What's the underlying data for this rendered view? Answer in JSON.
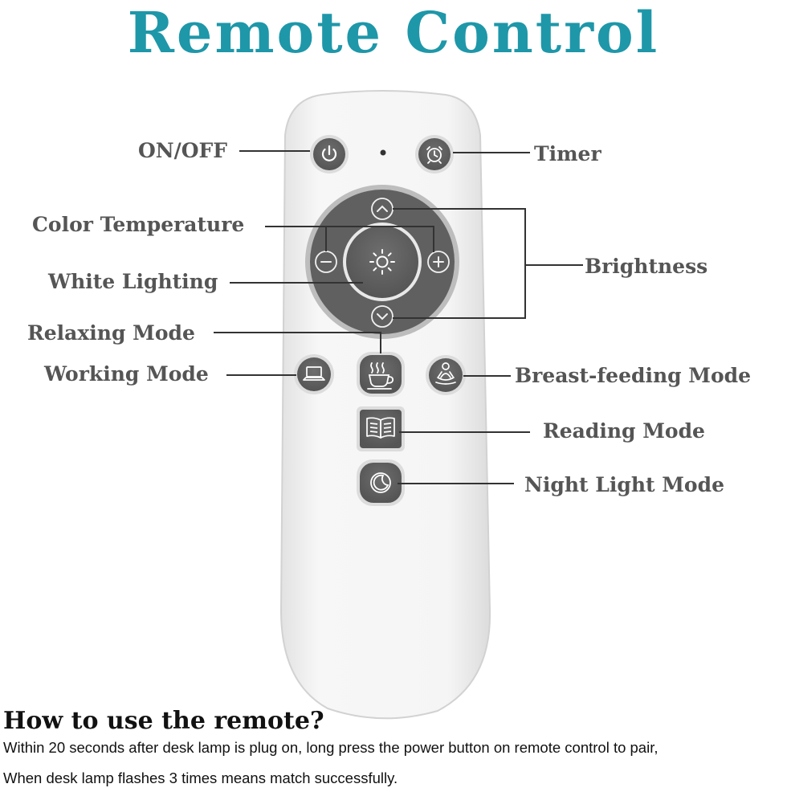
{
  "title": "Remote Control",
  "labels": {
    "on_off": "ON/OFF",
    "timer": "Timer",
    "color_temperature": "Color Temperature",
    "brightness": "Brightness",
    "white_lighting": "White Lighting",
    "relaxing_mode": "Relaxing Mode",
    "working_mode": "Working Mode",
    "breast_feeding_mode": "Breast-feeding Mode",
    "reading_mode": "Reading Mode",
    "night_light_mode": "Night Light Mode"
  },
  "howto": {
    "title": "How to use the remote?",
    "line1": "Within 20 seconds after desk lamp is plug on, long press the power button on remote control to pair,",
    "line2": "When desk lamp flashes 3 times means match successfully."
  },
  "colors": {
    "title": "#1e97a9",
    "button": "#616161",
    "label": "#555555",
    "remote_body": "#f3f3f3"
  },
  "icons": [
    "power-icon",
    "alarm-clock-icon",
    "chevron-up-icon",
    "minus-icon",
    "plus-icon",
    "sun-icon",
    "chevron-down-icon",
    "laptop-icon",
    "coffee-cup-icon",
    "meditation-icon",
    "book-icon",
    "moon-icon"
  ]
}
